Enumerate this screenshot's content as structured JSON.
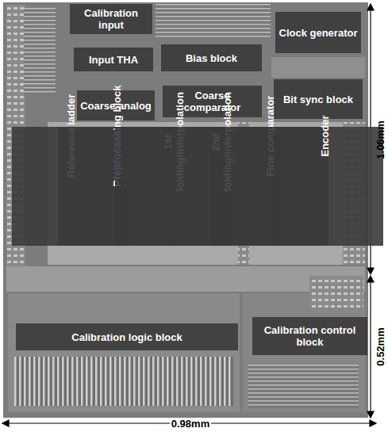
{
  "diagram": {
    "nodes": [
      {
        "text": [
          "Calibration input"
        ]
      },
      {
        "text": [
          "Input THA"
        ]
      },
      {
        "text": [
          "Bias block"
        ]
      },
      {
        "text": [
          "Clock generator"
        ]
      },
      {
        "text": [
          "Coarse analog"
        ]
      },
      {
        "text": [
          "Coarse comparator"
        ]
      },
      {
        "text": [
          "Bit sync block"
        ]
      },
      {
        "text": [
          "Reference ladder"
        ]
      },
      {
        "text": [
          "Preprocessing block"
        ]
      },
      {
        "text": [
          "1st folding/interpolation"
        ]
      },
      {
        "text": [
          "2nd folding/interpolation"
        ]
      },
      {
        "text": [
          "Fine comparator"
        ]
      },
      {
        "text": [
          "Encoder"
        ]
      },
      {
        "text": [
          "Calibration logic block"
        ]
      },
      {
        "text": [
          "Calibration control block"
        ]
      }
    ],
    "labels": [
      "1.06mm",
      "0.52mm",
      "0.98mm"
    ]
  }
}
